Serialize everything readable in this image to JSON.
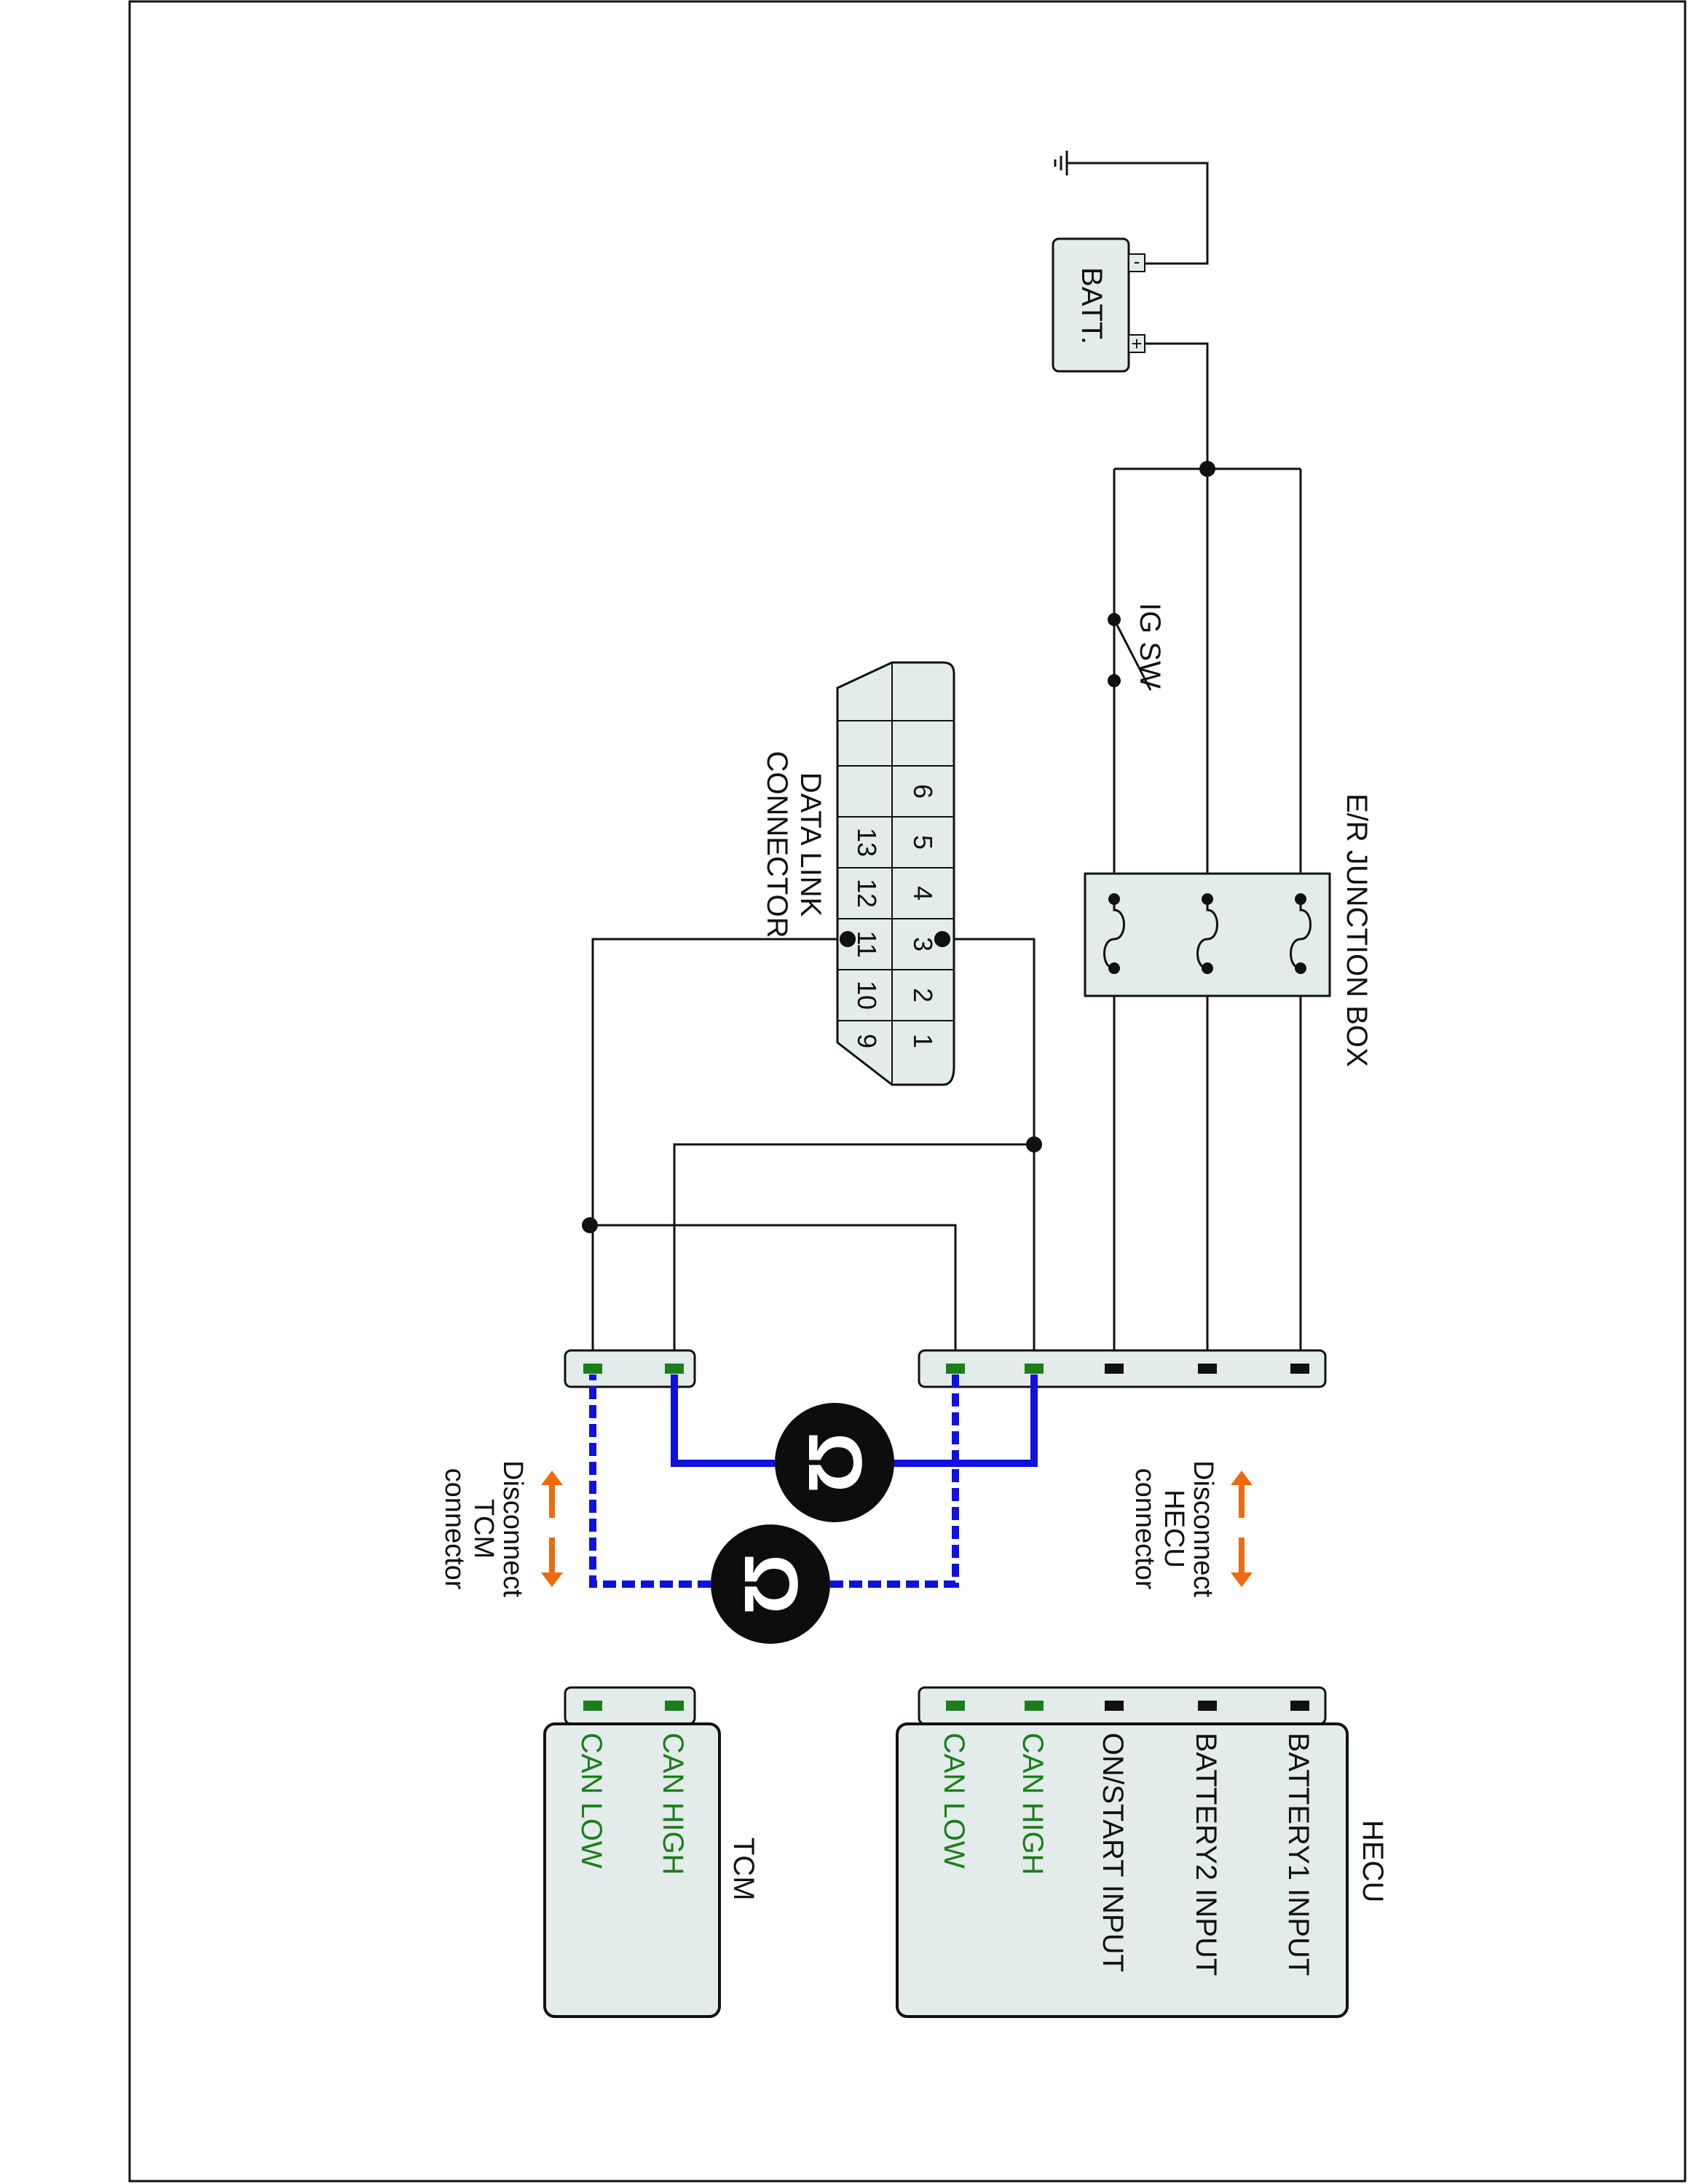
{
  "colors": {
    "wire": "#111111",
    "can_bus": "#1010e0",
    "pin_can": "#1a7f1a",
    "pin_power": "#111111",
    "arrow": "#ee6a10",
    "box_fill": "#e4ebeb",
    "ohm_fill": "#0d0d0d"
  },
  "icons": {
    "ground": "ground-symbol-icon",
    "ig_switch": "switch-icon",
    "fuse": "fuse-icon",
    "ohmmeter": "ohm-symbol-icon",
    "arrows": "double-arrow-icon"
  },
  "battery": {
    "label": "BATT.",
    "minus": "-",
    "plus": "+"
  },
  "ig_switch": {
    "label": "IG SW"
  },
  "junction_box": {
    "label": "E/R JUNCTION BOX"
  },
  "dlc": {
    "label_line1": "DATA LINK",
    "label_line2": "CONNECTOR",
    "row_top": [
      "",
      "",
      "6",
      "5",
      "4",
      "3",
      "2",
      "1"
    ],
    "row_bottom": [
      "",
      "",
      "",
      "13",
      "12",
      "11",
      "10",
      "9"
    ]
  },
  "ohm_symbol": "Ω",
  "hecu": {
    "title": "HECU",
    "pins": [
      {
        "label": "BATTERY1 INPUT",
        "type": "power"
      },
      {
        "label": "BATTERY2 INPUT",
        "type": "power"
      },
      {
        "label": "ON/START INPUT",
        "type": "power"
      },
      {
        "label": "CAN HIGH",
        "type": "can"
      },
      {
        "label": "CAN LOW",
        "type": "can"
      }
    ],
    "note": [
      "Disconnect",
      "HECU",
      "connector"
    ]
  },
  "tcm": {
    "title": "TCM",
    "pins": [
      {
        "label": "CAN HIGH",
        "type": "can"
      },
      {
        "label": "CAN LOW",
        "type": "can"
      }
    ],
    "note": [
      "Disconnect",
      "TCM",
      "connector"
    ]
  }
}
